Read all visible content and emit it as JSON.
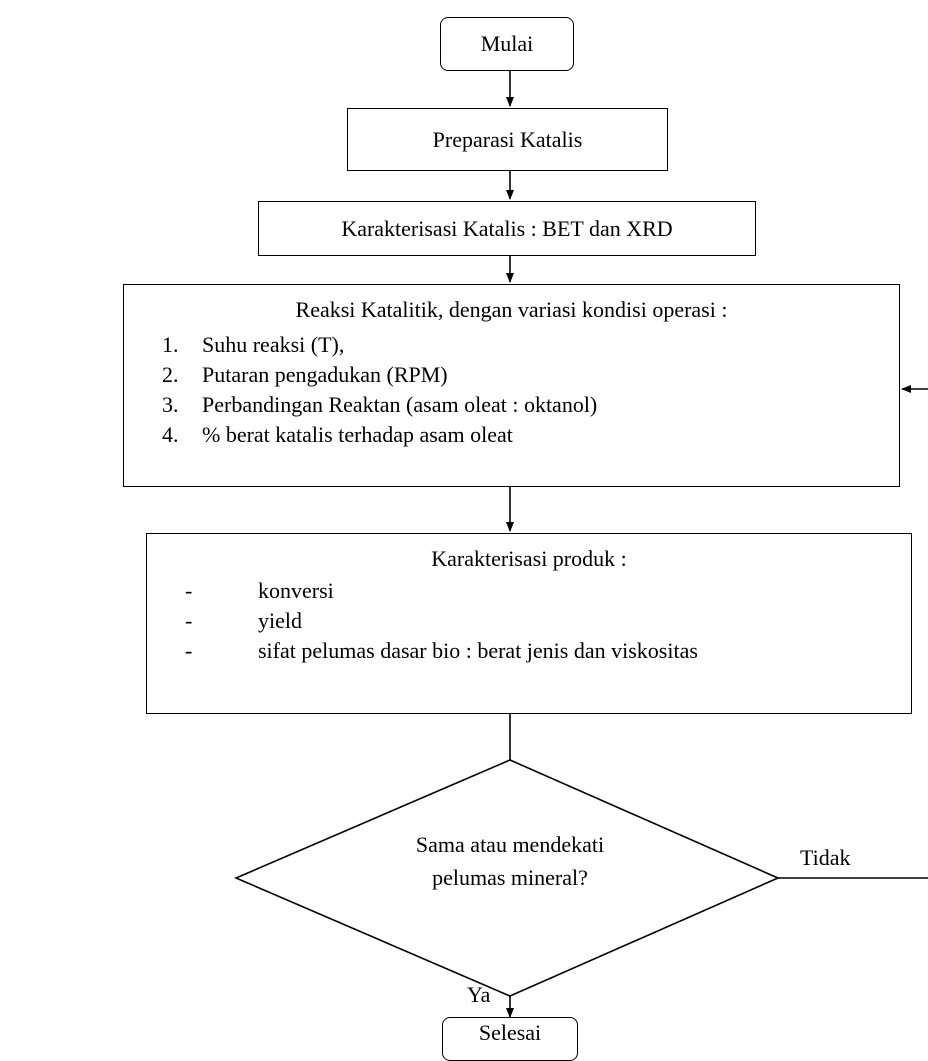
{
  "flowchart": {
    "start": "Mulai",
    "prep": "Preparasi Katalis",
    "char_catalyst": "Karakterisasi Katalis : BET dan XRD",
    "reaction": {
      "title": "Reaksi Katalitik, dengan variasi kondisi operasi :",
      "items": [
        {
          "num": "1.",
          "text": "Suhu reaksi (T),"
        },
        {
          "num": "2.",
          "text": "Putaran pengadukan (RPM)"
        },
        {
          "num": "3.",
          "text": "Perbandingan Reaktan (asam oleat : oktanol)"
        },
        {
          "num": "4.",
          "text": "% berat katalis terhadap asam oleat"
        }
      ]
    },
    "product": {
      "title": "Karakterisasi produk :",
      "items": [
        {
          "bullet": "-",
          "text": "konversi"
        },
        {
          "bullet": "-",
          "text": "yield"
        },
        {
          "bullet": "-",
          "text": "sifat pelumas dasar bio : berat jenis dan viskositas"
        }
      ]
    },
    "decision": {
      "line1": "Sama atau mendekati",
      "line2": "pelumas mineral?"
    },
    "no_label": "Tidak",
    "yes_label": "Ya",
    "end": "Selesai"
  }
}
